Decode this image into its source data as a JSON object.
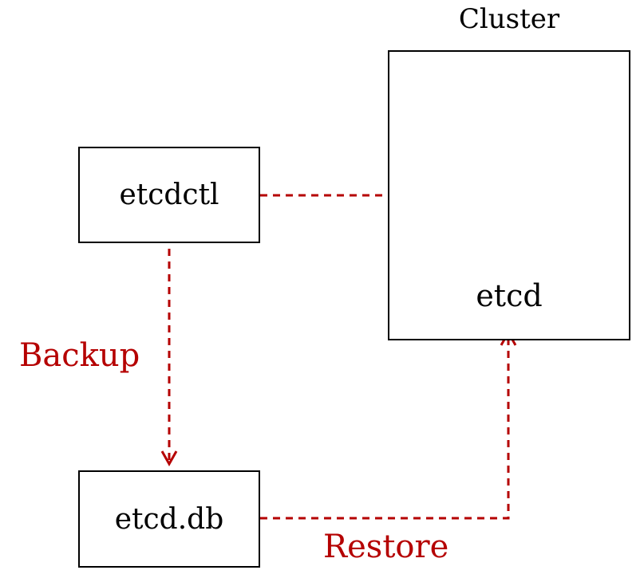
{
  "boxes": {
    "etcdctl": "etcdctl",
    "etcd_db": "etcd.db"
  },
  "cluster": {
    "title": "Cluster",
    "node_label": "etcd",
    "node_icon": "database-icon"
  },
  "edges": {
    "backup_label": "Backup",
    "restore_label": "Restore"
  },
  "colors": {
    "arrow": "#b50000",
    "edge_label": "#b50000",
    "box_border": "#000000",
    "icon": "#000000"
  }
}
